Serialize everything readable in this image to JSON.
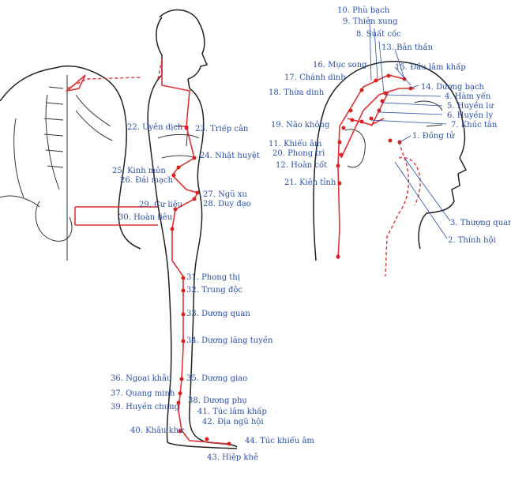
{
  "points": [
    {
      "id": "p1",
      "text": "1. Đồng tử"
    },
    {
      "id": "p2",
      "text": "2. Thính hội"
    },
    {
      "id": "p3",
      "text": "3. Thượng quan"
    },
    {
      "id": "p4",
      "text": "4. Hàm yến"
    },
    {
      "id": "p5",
      "text": "5. Huyền lư"
    },
    {
      "id": "p6",
      "text": "6. Huyền ly"
    },
    {
      "id": "p7",
      "text": "7. Khúc tân"
    },
    {
      "id": "p8",
      "text": "8. Suất cốc"
    },
    {
      "id": "p9",
      "text": "9. Thiên xung"
    },
    {
      "id": "p10",
      "text": "10. Phù bạch"
    },
    {
      "id": "p11",
      "text": "11. Khiếu âm"
    },
    {
      "id": "p12",
      "text": "12. Hoàn cốt"
    },
    {
      "id": "p13",
      "text": "13. Bản thần"
    },
    {
      "id": "p14",
      "text": "14. Dương bạch"
    },
    {
      "id": "p15",
      "text": "15. Đầu lâm khấp"
    },
    {
      "id": "p16",
      "text": "16. Mục song"
    },
    {
      "id": "p17",
      "text": "17. Chánh dinh"
    },
    {
      "id": "p18",
      "text": "18. Thừa dinh"
    },
    {
      "id": "p19",
      "text": "19. Não không"
    },
    {
      "id": "p20",
      "text": "20. Phong trì"
    },
    {
      "id": "p21",
      "text": "21. Kiên tỉnh"
    },
    {
      "id": "p22",
      "text": "22. Uyên dịch"
    },
    {
      "id": "p23",
      "text": "23. Triếp cân"
    },
    {
      "id": "p24",
      "text": "24. Nhật huyệt"
    },
    {
      "id": "p25",
      "text": "25. Kinh môn"
    },
    {
      "id": "p26",
      "text": "26. Đái mạch"
    },
    {
      "id": "p27",
      "text": "27. Ngũ xu"
    },
    {
      "id": "p28",
      "text": "28. Duy đạo"
    },
    {
      "id": "p29",
      "text": "29. Cư liêu"
    },
    {
      "id": "p30",
      "text": "30. Hoàn liêu"
    },
    {
      "id": "p31",
      "text": "31. Phong thị"
    },
    {
      "id": "p32",
      "text": "32. Trung độc"
    },
    {
      "id": "p33",
      "text": "33. Dương quan"
    },
    {
      "id": "p34",
      "text": "34. Dương lăng tuyền"
    },
    {
      "id": "p35",
      "text": "35. Dương giao"
    },
    {
      "id": "p36",
      "text": "36. Ngoại khâu"
    },
    {
      "id": "p37",
      "text": "37. Quang minh"
    },
    {
      "id": "p38",
      "text": "38. Dương phụ"
    },
    {
      "id": "p39",
      "text": "39. Huyền chung"
    },
    {
      "id": "p40",
      "text": "40. Khâu khư"
    },
    {
      "id": "p41",
      "text": "41. Túc lâm khấp"
    },
    {
      "id": "p42",
      "text": "42. Địa ngũ hội"
    },
    {
      "id": "p43",
      "text": "43. Hiệp khê"
    },
    {
      "id": "p44",
      "text": "44. Túc khiếu âm"
    }
  ],
  "colors": {
    "meridian": "#d9221f",
    "label": "#2a4fa8",
    "outline": "#222222"
  }
}
